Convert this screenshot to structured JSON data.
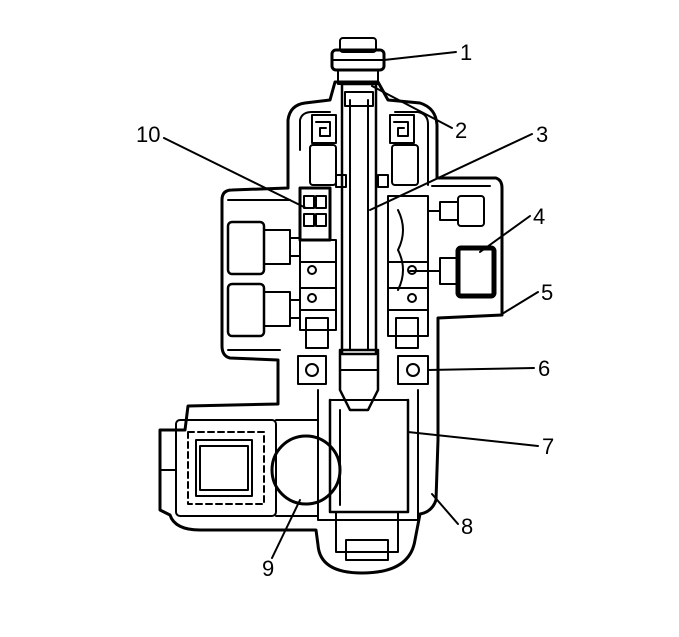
{
  "diagram": {
    "callouts": [
      {
        "id": 1,
        "label": "1"
      },
      {
        "id": 2,
        "label": "2"
      },
      {
        "id": 3,
        "label": "3"
      },
      {
        "id": 4,
        "label": "4"
      },
      {
        "id": 5,
        "label": "5"
      },
      {
        "id": 6,
        "label": "6"
      },
      {
        "id": 7,
        "label": "7"
      },
      {
        "id": 8,
        "label": "8"
      },
      {
        "id": 9,
        "label": "9"
      },
      {
        "id": 10,
        "label": "10"
      }
    ]
  },
  "colors": {
    "line": "#000000",
    "background": "#ffffff"
  }
}
